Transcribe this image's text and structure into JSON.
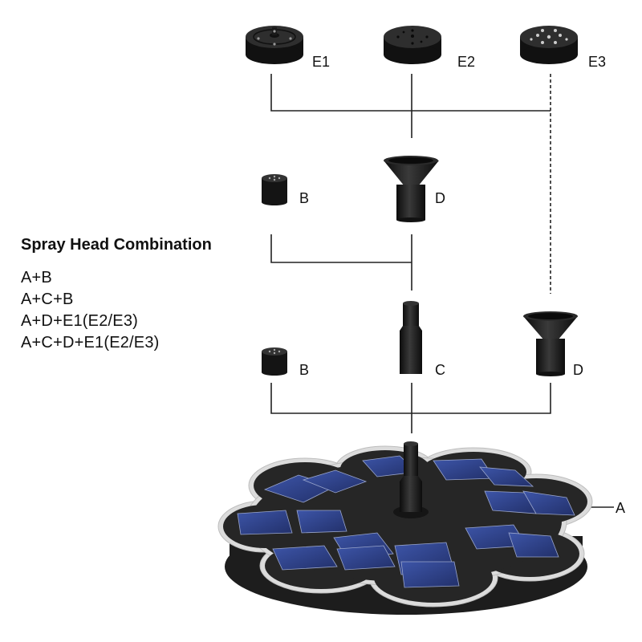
{
  "title": "Spray Head Combination",
  "combinations": [
    "A+B",
    "A+C+B",
    "A+D+E1(E2/E3)",
    "A+C+D+E1(E2/E3)"
  ],
  "parts": {
    "e1": "E1",
    "e2": "E2",
    "e3": "E3",
    "b_top": "B",
    "d_top": "D",
    "b_bottom": "B",
    "c": "C",
    "d_bottom": "D",
    "a": "A"
  },
  "colors": {
    "part": "#1a1a1a",
    "line": "#222222",
    "panel": "#2c3f86",
    "foam": "#1c1c1c"
  }
}
